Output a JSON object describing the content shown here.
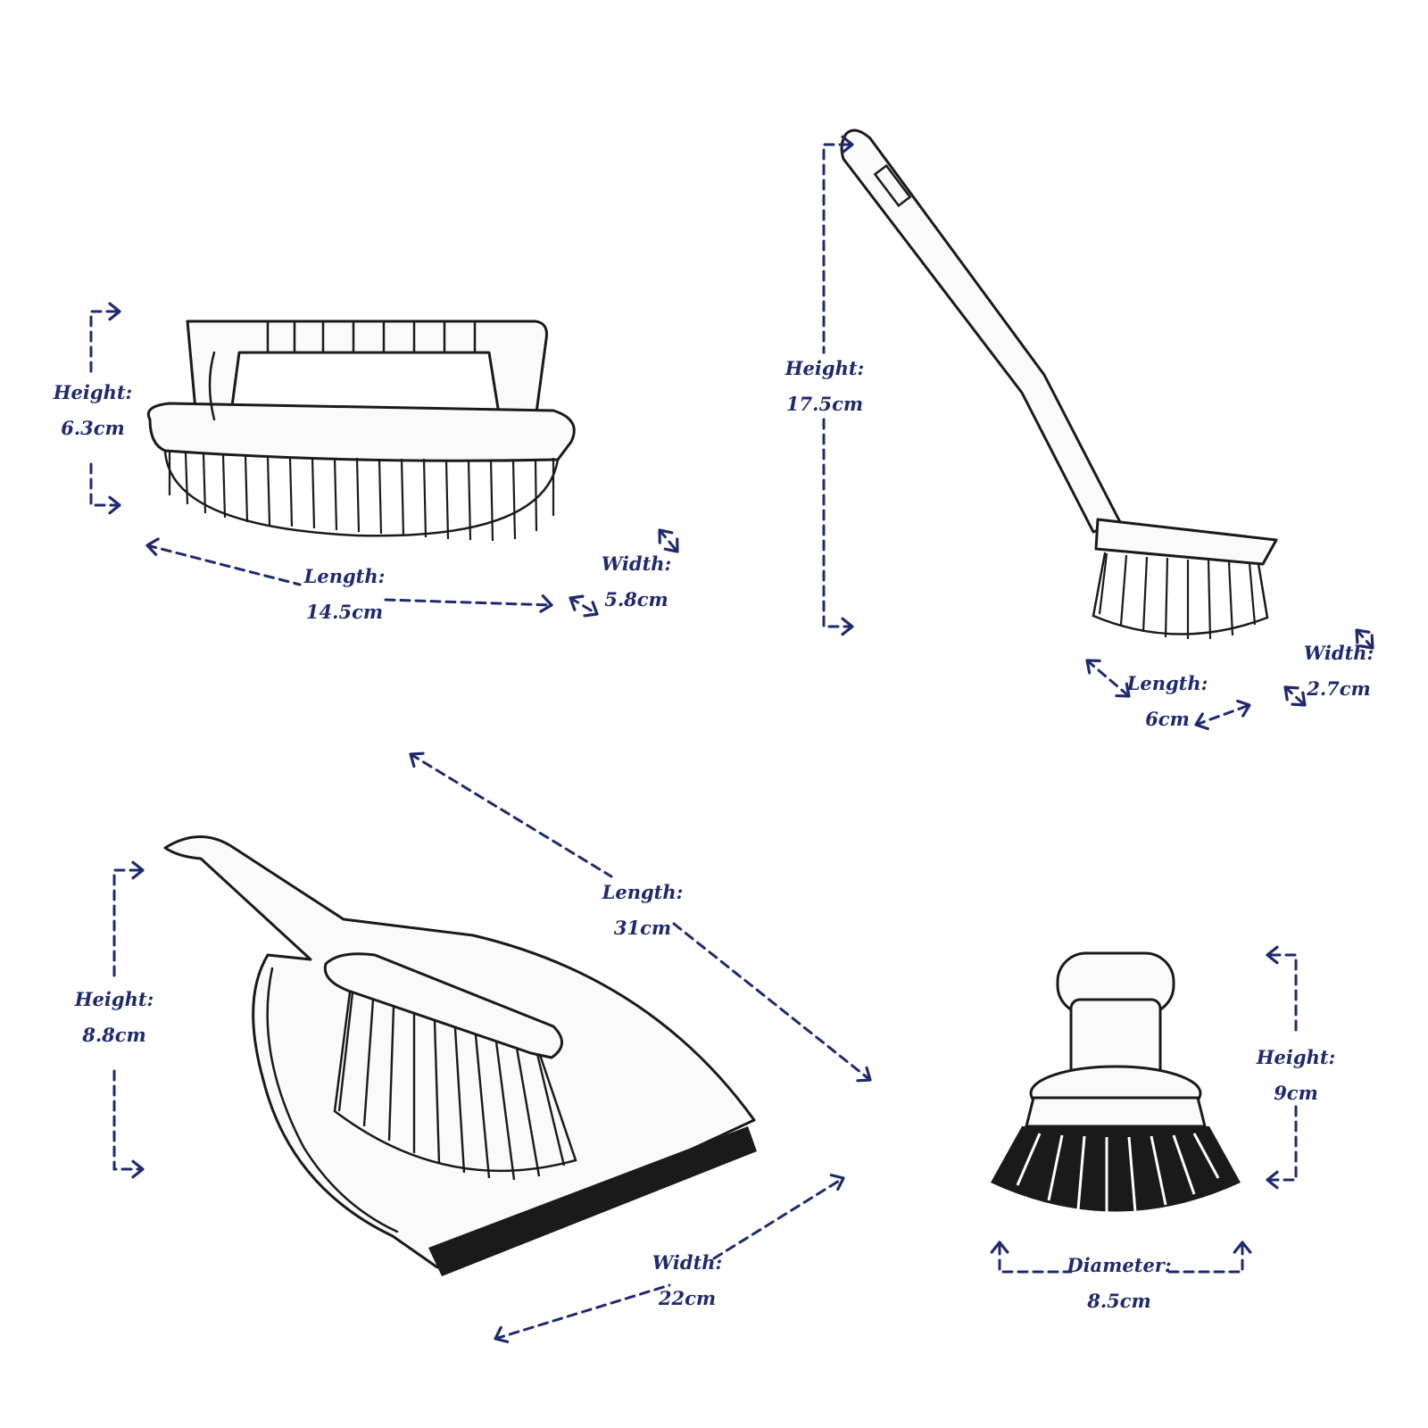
{
  "colors": {
    "dimension": "#1f2a6e",
    "outline": "#1a1a1a",
    "background": "#ffffff"
  },
  "products": {
    "scrub_brush": {
      "height": {
        "label": "Height:",
        "value": "6.3cm"
      },
      "length": {
        "label": "Length:",
        "value": "14.5cm"
      },
      "width": {
        "label": "Width:",
        "value": "5.8cm"
      }
    },
    "long_handle_brush": {
      "height": {
        "label": "Height:",
        "value": "17.5cm"
      },
      "length": {
        "label": "Length:",
        "value": "6cm"
      },
      "width": {
        "label": "Width:",
        "value": "2.7cm"
      }
    },
    "dustpan_set": {
      "height": {
        "label": "Height:",
        "value": "8.8cm"
      },
      "length": {
        "label": "Length:",
        "value": "31cm"
      },
      "width": {
        "label": "Width:",
        "value": "22cm"
      }
    },
    "palm_brush": {
      "height": {
        "label": "Height:",
        "value": "9cm"
      },
      "diameter": {
        "label": "Diameter:",
        "value": "8.5cm"
      }
    }
  }
}
